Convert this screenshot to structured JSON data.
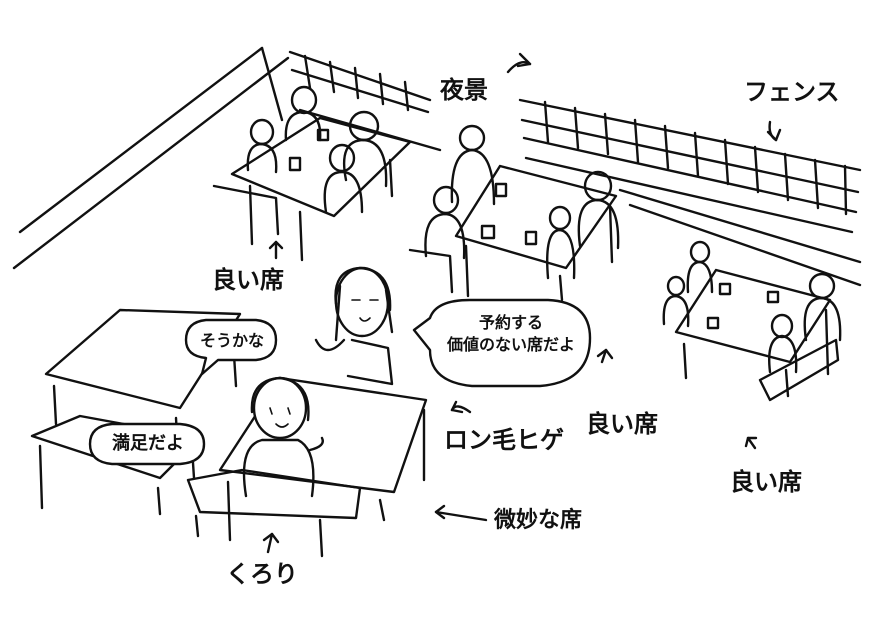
{
  "labels": {
    "night_view": "夜景",
    "fence": "フェンス",
    "good_seat_left": "良い席",
    "good_seat_center": "良い席",
    "good_seat_right": "良い席",
    "long_hair_beard": "ロン毛ヒゲ",
    "subtle_seat": "微妙な席",
    "kurori": "くろり"
  },
  "bubbles": {
    "sou_kana": "そうかな",
    "manzoku": "満足だよ",
    "yoyaku_line1": "予約する",
    "yoyaku_line2": "価値のない席だよ"
  }
}
